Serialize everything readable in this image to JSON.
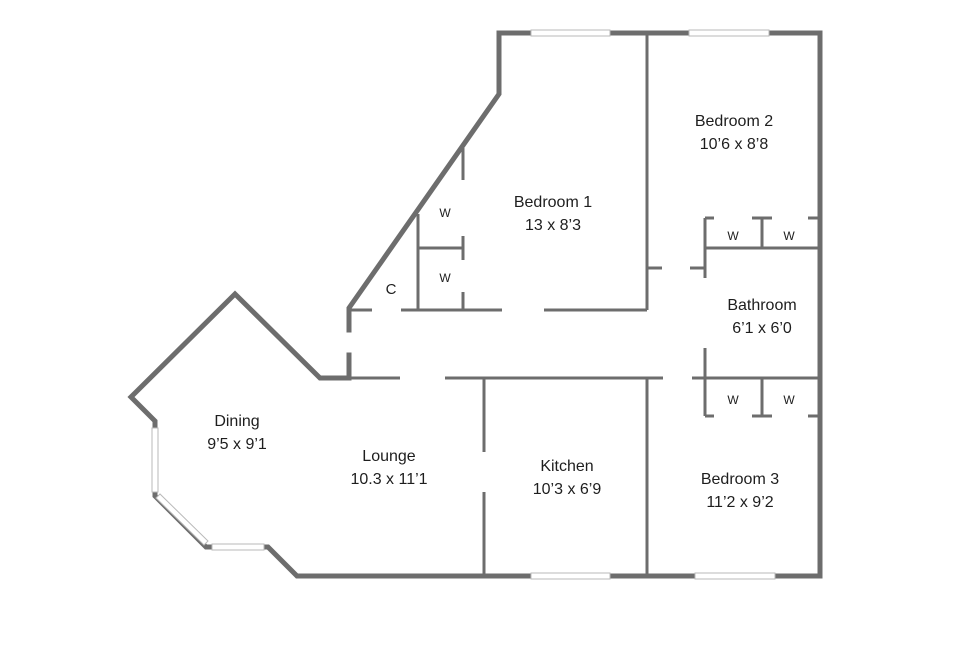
{
  "rooms": {
    "bedroom1": {
      "name": "Bedroom 1",
      "size": "13 x 8’3"
    },
    "bedroom2": {
      "name": "Bedroom 2",
      "size": "10’6 x 8’8"
    },
    "bedroom3": {
      "name": "Bedroom 3",
      "size": "11’2 x 9’2"
    },
    "bathroom": {
      "name": "Bathroom",
      "size": "6’1 x 6’0"
    },
    "kitchen": {
      "name": "Kitchen",
      "size": "10’3 x 6’9"
    },
    "lounge": {
      "name": "Lounge",
      "size": "10.3 x 11’1"
    },
    "dining": {
      "name": "Dining",
      "size": "9’5 x 9’1"
    }
  },
  "closets": {
    "bedroom1_upper": "W",
    "bedroom1_lower": "W",
    "cupboard": "C",
    "bedroom2_left": "W",
    "bedroom2_right": "W",
    "bedroom3_left": "W",
    "bedroom3_right": "W"
  },
  "colors": {
    "wall": "#6d6d6d",
    "window_frame": "#b9b9b9",
    "text": "#1e1e1e",
    "background": "#ffffff"
  }
}
